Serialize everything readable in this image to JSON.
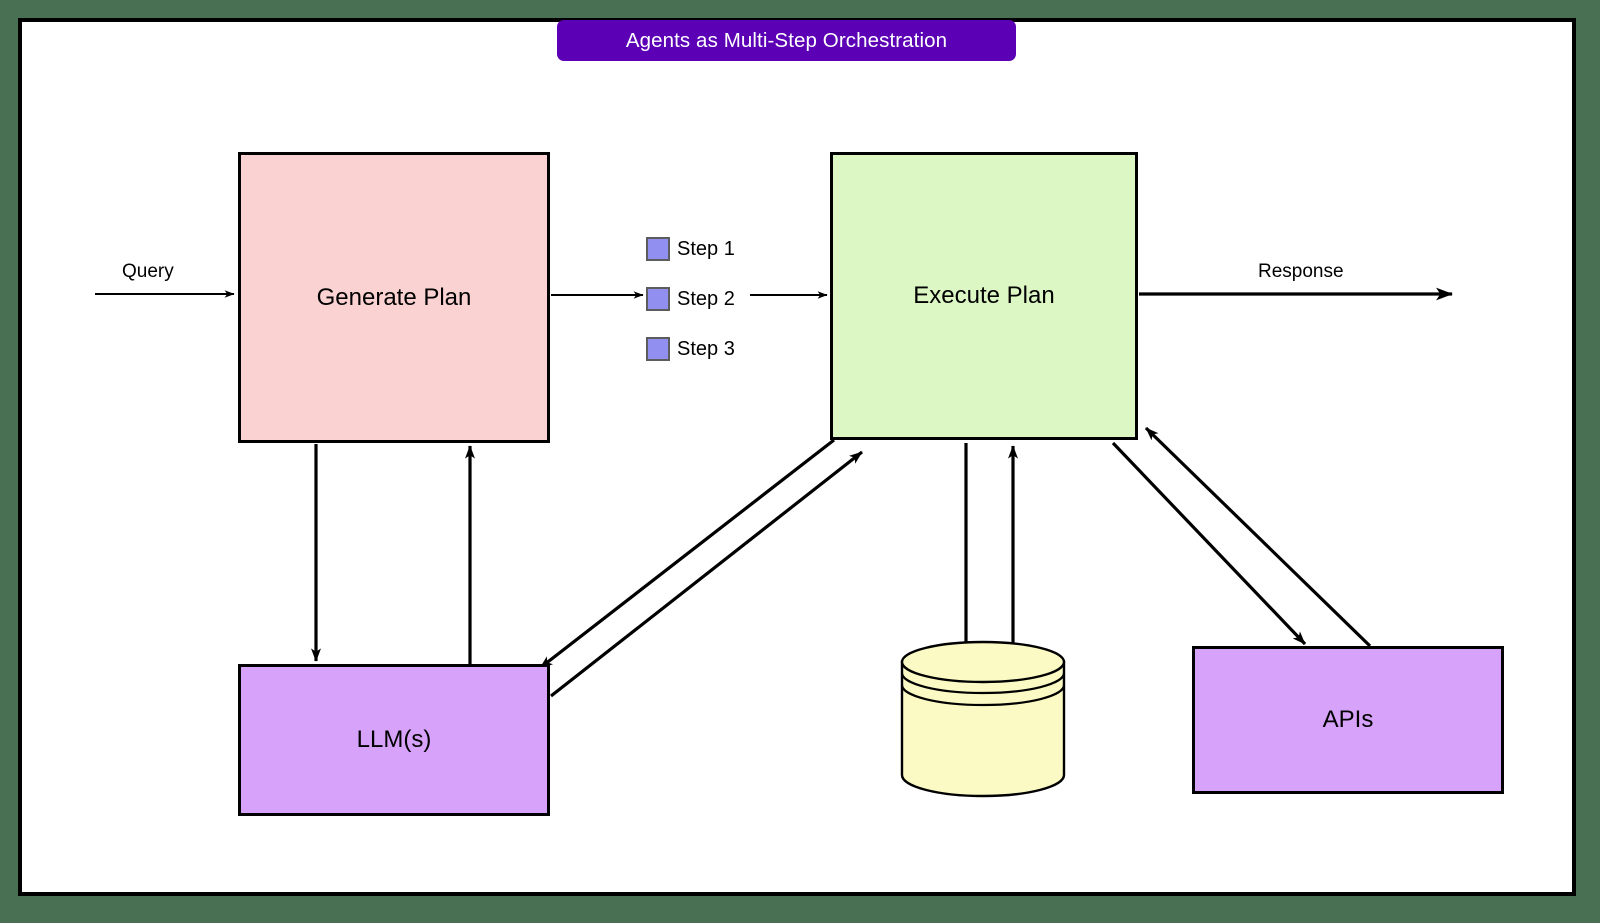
{
  "page": {
    "background_color": "#4a7054",
    "canvas_color": "#ffffff",
    "border_color": "#000000"
  },
  "header": {
    "title": "Agents as Multi-Step Orchestration",
    "background_color": "#5b00b5",
    "text_color": "#ffffff"
  },
  "diagram": {
    "type": "flowchart",
    "nodes": [
      {
        "id": "generate-plan",
        "label": "Generate Plan",
        "shape": "rectangle",
        "fill": "#fad2d2"
      },
      {
        "id": "execute-plan",
        "label": "Execute Plan",
        "shape": "rectangle",
        "fill": "#ddf7c4"
      },
      {
        "id": "llms",
        "label": "LLM(s)",
        "shape": "rectangle",
        "fill": "#d7a2fa"
      },
      {
        "id": "apis",
        "label": "APIs",
        "shape": "rectangle",
        "fill": "#d7a2fa"
      },
      {
        "id": "database",
        "label": "",
        "shape": "cylinder",
        "fill": "#fcfac4"
      }
    ],
    "steps": {
      "swatch_color": "#9190f0",
      "swatch_border": "#5c5c5c",
      "items": [
        {
          "label": "Step 1"
        },
        {
          "label": "Step 2"
        },
        {
          "label": "Step 3"
        }
      ]
    },
    "edge_labels": {
      "query": "Query",
      "response": "Response"
    },
    "edges": [
      {
        "from": "input",
        "to": "generate-plan",
        "label": "Query"
      },
      {
        "from": "generate-plan",
        "to": "step-2",
        "label": ""
      },
      {
        "from": "step-2",
        "to": "execute-plan",
        "label": ""
      },
      {
        "from": "execute-plan",
        "to": "output",
        "label": "Response"
      },
      {
        "from": "generate-plan",
        "to": "llms",
        "label": ""
      },
      {
        "from": "llms",
        "to": "generate-plan",
        "label": ""
      },
      {
        "from": "execute-plan",
        "to": "llms",
        "label": ""
      },
      {
        "from": "llms",
        "to": "execute-plan",
        "label": ""
      },
      {
        "from": "execute-plan",
        "to": "database",
        "label": ""
      },
      {
        "from": "database",
        "to": "execute-plan",
        "label": ""
      },
      {
        "from": "execute-plan",
        "to": "apis",
        "label": ""
      },
      {
        "from": "apis",
        "to": "execute-plan",
        "label": ""
      }
    ]
  }
}
